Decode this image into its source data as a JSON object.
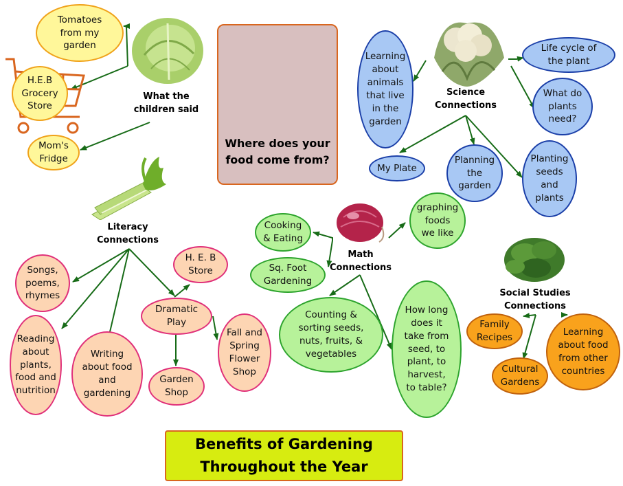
{
  "center": {
    "title": "Where does your\nfood come from?"
  },
  "banner": {
    "title": "Benefits of Gardening\nThroughout the Year"
  },
  "children_said": {
    "label": "What the\nchildren said",
    "items": [
      "Tomatoes\nfrom my\ngarden",
      "H.E.B\nGrocery\nStore",
      "Mom's\nFridge"
    ]
  },
  "science": {
    "label": "Science\nConnections",
    "items": [
      "Learning\nabout\nanimals\nthat live\nin the\ngarden",
      "Life cycle of\nthe plant",
      "What do\nplants\nneed?",
      "My Plate",
      "Planning\nthe\ngarden",
      "Planting\nseeds\nand\nplants"
    ]
  },
  "literacy": {
    "label": "Literacy\nConnections",
    "items": [
      "Songs,\npoems,\nrhymes",
      "H. E. B\nStore",
      "Dramatic\nPlay",
      "Reading\nabout\nplants,\nfood and\nnutrition",
      "Writing\nabout food\nand\ngardening",
      "Garden\nShop",
      "Fall and\nSpring\nFlower\nShop"
    ]
  },
  "math": {
    "label": "Math\nConnections",
    "items": [
      "Cooking\n& Eating",
      "Sq. Foot\nGardening",
      "graphing\nfoods\nwe like",
      "Counting &\nsorting seeds,\nnuts, fruits, &\nvegetables",
      "How long\ndoes it\ntake from\nseed, to\nplant, to\nharvest,\nto table?"
    ]
  },
  "social": {
    "label": "Social Studies\nConnections",
    "items": [
      "Family\nRecipes",
      "Learning\nabout food\nfrom other\ncountries",
      "Cultural\nGardens"
    ]
  },
  "images": [
    "cabbage-image",
    "shopping-cart-image",
    "radish-image",
    "cauliflower-image",
    "celery-image",
    "onion-image",
    "spinach-image"
  ],
  "colors": {
    "arrow": "#176b17",
    "yellow_fill": "#fff79a",
    "yellow_border": "#f0a21a",
    "blue_fill": "#a8c8f4",
    "blue_border": "#1b3fa8",
    "pink_fill": "#fdd5b3",
    "pink_border": "#e0307a",
    "green_fill": "#b7f29a",
    "green_border": "#2ea42e",
    "orange_fill": "#f9a21c",
    "orange_border": "#c0620d",
    "center_box": "#d8bfbf",
    "banner": "#d7ec10"
  }
}
